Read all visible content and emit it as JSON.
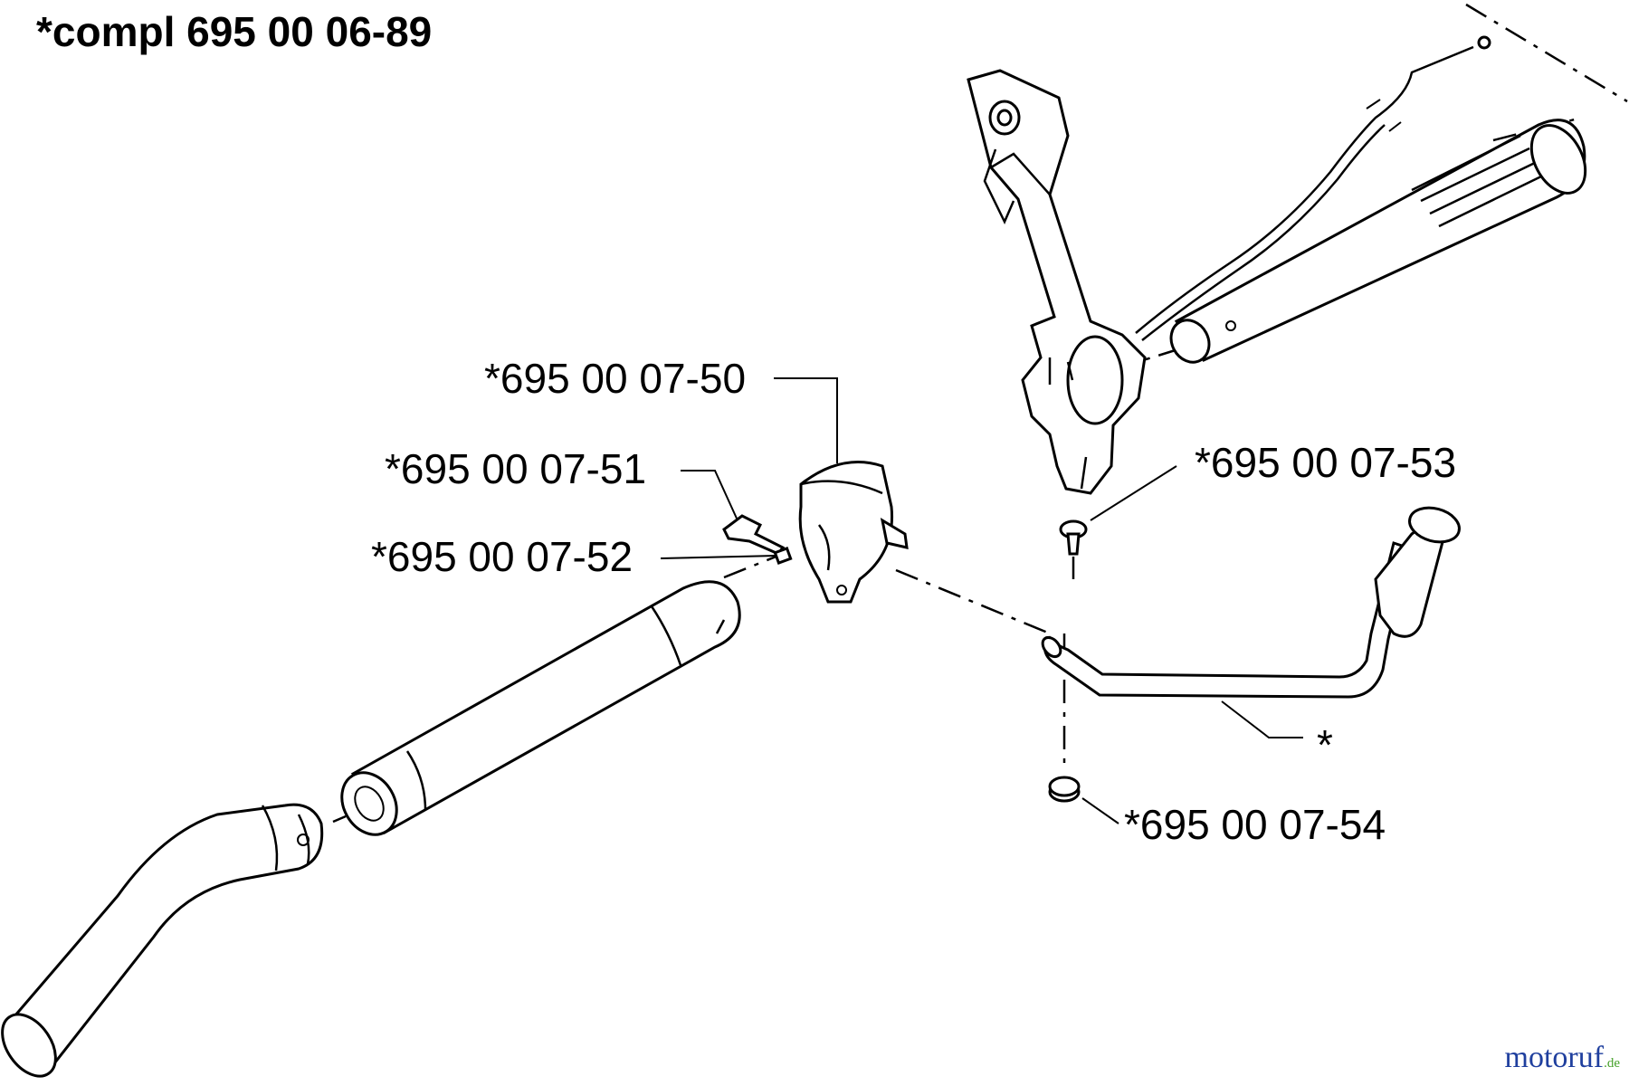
{
  "header": {
    "title": "*compl 695 00 06-89"
  },
  "parts": [
    {
      "id": "p50",
      "label": "*695 00 07-50"
    },
    {
      "id": "p51",
      "label": "*695 00 07-51"
    },
    {
      "id": "p52",
      "label": "*695 00 07-52"
    },
    {
      "id": "p53",
      "label": "*695 00 07-53"
    },
    {
      "id": "p54",
      "label": "*695 00 07-54"
    },
    {
      "id": "handle",
      "label": "*"
    }
  ],
  "watermark": {
    "brand": "motoruf",
    "tld": ".de"
  },
  "colors": {
    "line": "#000000",
    "background": "#ffffff",
    "watermark_blue": "#1f3f9e",
    "watermark_green": "#46a12a"
  }
}
